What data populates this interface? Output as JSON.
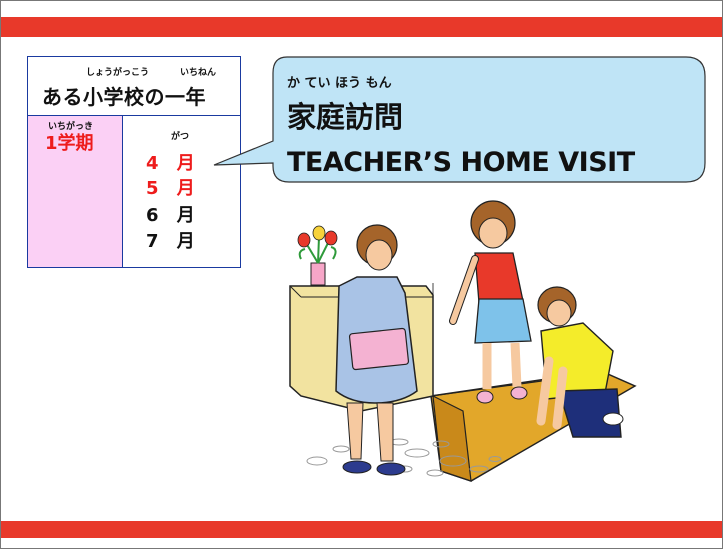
{
  "school": {
    "ruby_shogakko": "しょうがっこう",
    "ruby_ichinen": "いちねん",
    "title": "ある小学校の一年"
  },
  "term": {
    "ruby": "いちがっき",
    "label": "1学期"
  },
  "months": {
    "ruby": "がつ",
    "items": [
      "4 月",
      "5 月",
      "6 月",
      "7 月"
    ]
  },
  "bubble": {
    "ruby": "か てい ほう もん",
    "title": "家庭訪問",
    "english": "TEACHER’S HOME VISIT"
  },
  "colors": {
    "accent_red": "#e8392a",
    "term_pink": "#fbd0f5",
    "bubble_blue": "#bfe4f6"
  }
}
